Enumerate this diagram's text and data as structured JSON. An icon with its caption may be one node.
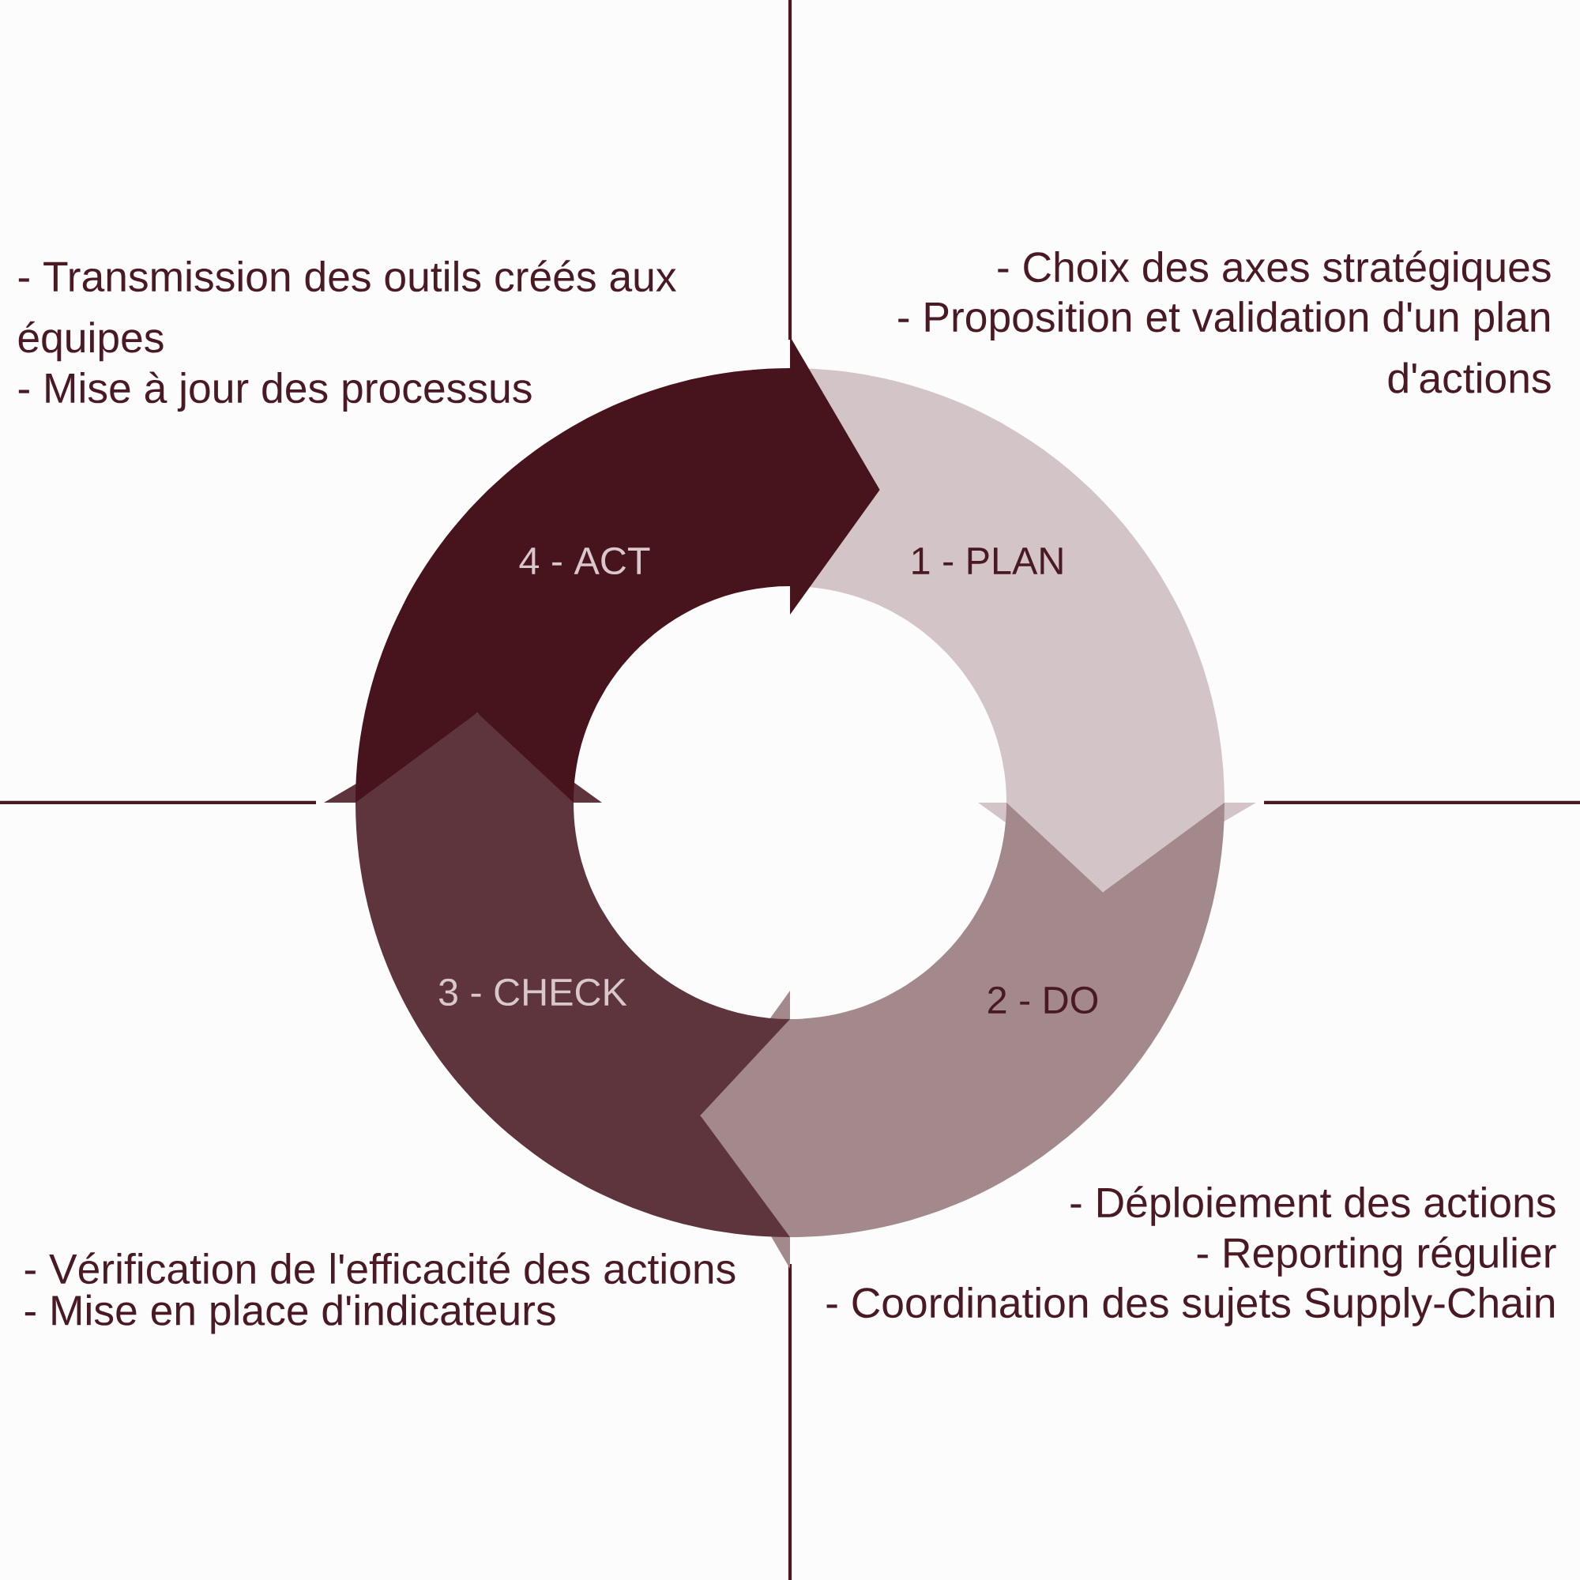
{
  "diagram": {
    "nodes": [
      {
        "text": [
          "1 - PLAN"
        ],
        "beside": [
          "- Choix des axes stratégiques",
          "- Proposition et validation d'un plan d'actions"
        ]
      },
      {
        "text": [
          "2 - DO"
        ],
        "beside": [
          "- Déploiement des actions",
          "- Reporting régulier",
          "- Coordination des sujets Supply-Chain"
        ]
      },
      {
        "text": [
          "3 - CHECK"
        ],
        "beside": [
          "- Vérification de l'efficacité des actions",
          "- Mise en place d'indicateurs"
        ]
      },
      {
        "text": [
          "4 - ACT"
        ],
        "beside": [
          "- Transmission des outils créés aux équipes",
          "- Mise à jour des processus"
        ]
      }
    ]
  }
}
